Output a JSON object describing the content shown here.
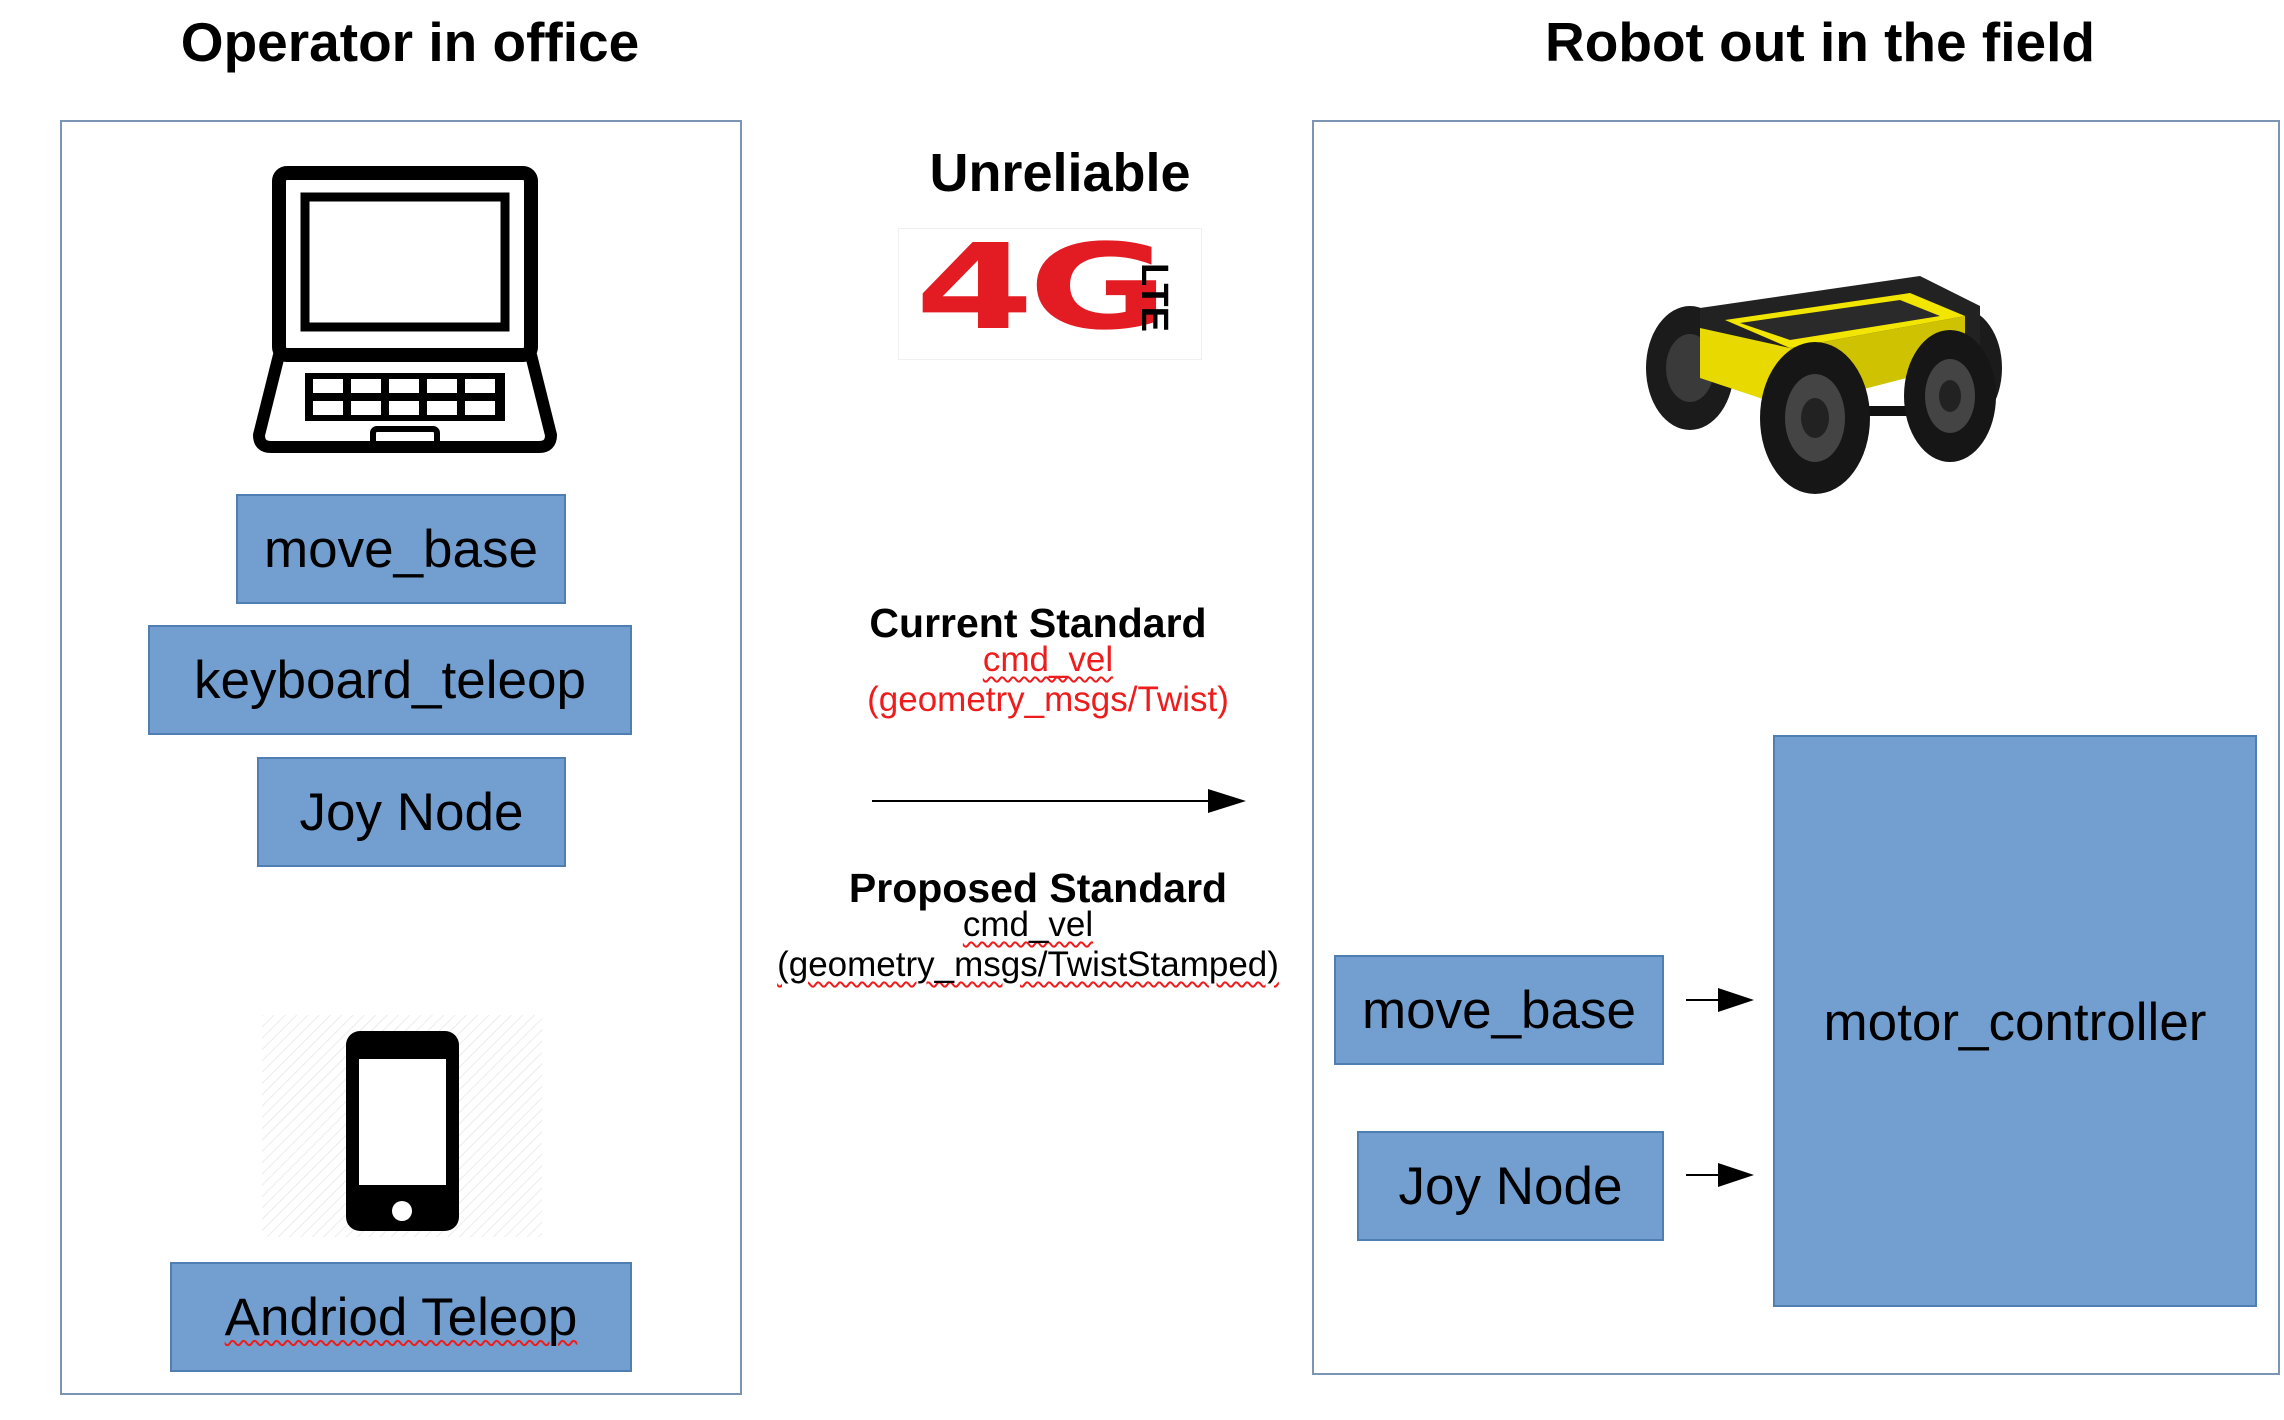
{
  "headings": {
    "left": "Operator in office",
    "right": "Robot out in the field"
  },
  "network": {
    "title": "Unreliable",
    "logo_text": "4G",
    "logo_subtext": "LTE"
  },
  "left_boxes": {
    "move_base": "move_base",
    "keyboard_teleop": "keyboard_teleop",
    "joy_node": "Joy Node",
    "android_teleop": "Andriod Teleop"
  },
  "current_standard": {
    "title": "Current Standard",
    "topic": "cmd_vel",
    "type": "(geometry_msgs/Twist)"
  },
  "proposed_standard": {
    "title": "Proposed Standard",
    "topic": "cmd_vel",
    "type": "(geometry_msgs/TwistStamped)"
  },
  "right_boxes": {
    "move_base": "move_base",
    "joy_node": "Joy Node",
    "motor_controller": "motor_controller"
  },
  "icons": [
    "laptop-icon",
    "smartphone-icon",
    "robot-image",
    "4g-lte-logo"
  ],
  "colors": {
    "box_fill": "#729fcf",
    "box_border": "#4f7eb3",
    "frame_border": "#7d95b4",
    "logo_red": "#e31c23",
    "current_text": "#ee1c1c",
    "robot_yellow": "#f2e600"
  }
}
